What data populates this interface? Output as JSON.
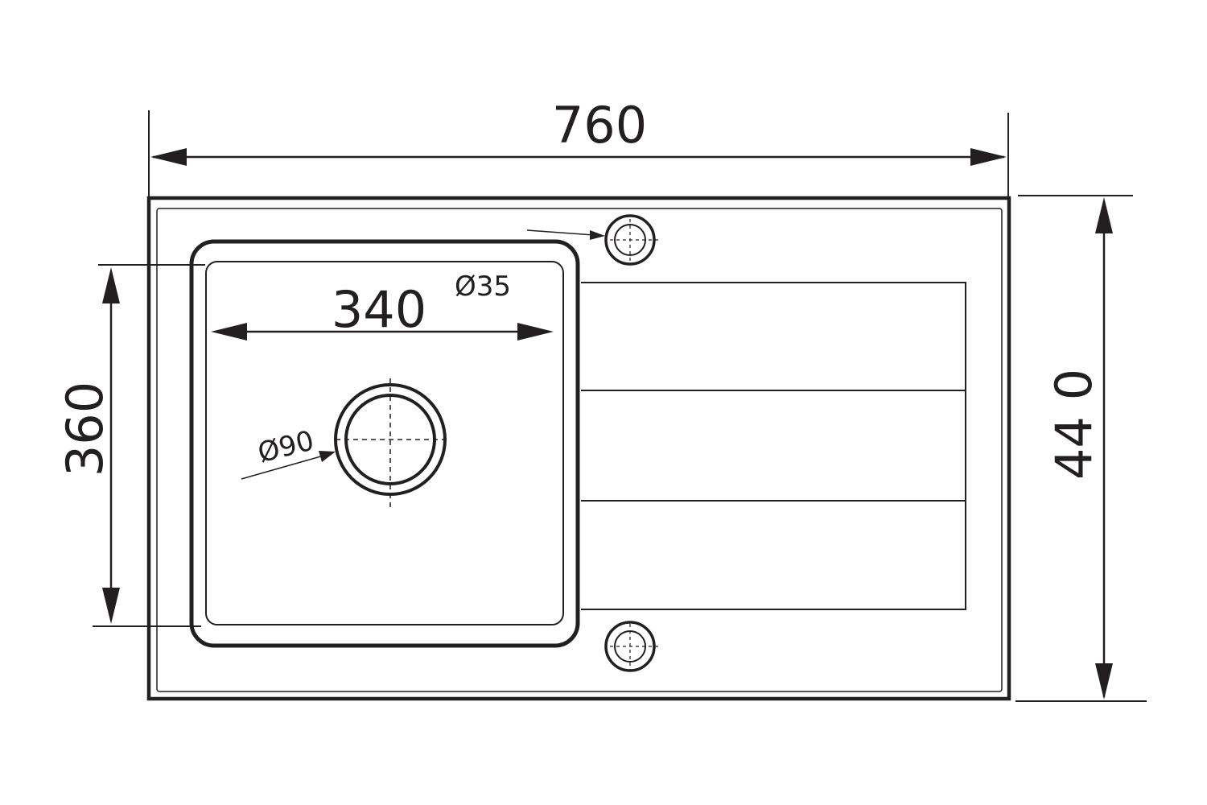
{
  "dimensions": {
    "overall_width": "760",
    "overall_depth": "44 0",
    "bowl_width": "340",
    "bowl_depth": "360",
    "drain_diameter": "Ø90",
    "tap_hole_diameter": "Ø35"
  },
  "colors": {
    "line": "#231f20",
    "background": "#ffffff"
  }
}
